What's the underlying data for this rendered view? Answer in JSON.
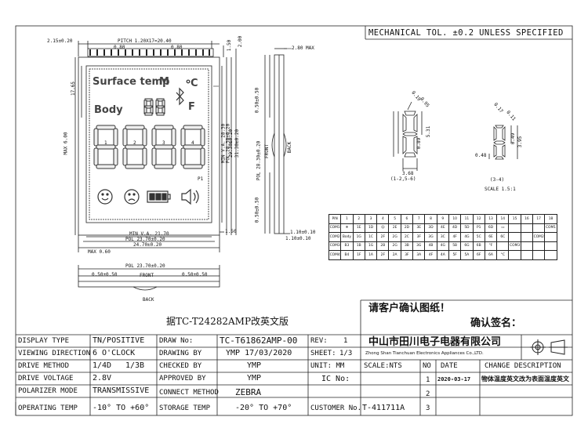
{
  "tolerance_note": "MECHANICAL TOL. ±0.2 UNLESS SPECIFIED",
  "dims": {
    "d_2_15": "2.15±0.20",
    "pitch": "PITCH 1.20X17=20.40",
    "d_0_80_a": "0.80",
    "d_0_80_b": "0.80",
    "d_1_50_top": "1.50",
    "d_2_00": "2.00",
    "d_17_65": "17.65",
    "d_max_6_00": "MAX 6.00",
    "d_2_80_max": "2.80 MAX",
    "d_0_50_top": "0.50±0.50",
    "d_0_50_bot": "0.50±0.50",
    "pol_v": "POL 28.30±0.20",
    "front_v": "FRONT",
    "back_v": "BACK",
    "va_v1": "MIN V.A. 28.30",
    "va_v2": "POL 28.30±0.20",
    "va_v3": "29.30±0.20",
    "va_v4": "31.30±0.20",
    "min_va": "MIN V.A. 21.70",
    "pol_23_70": "POL 23.70±0.20",
    "d_24_70": "24.70±0.20",
    "d_1_50_side": "1.50",
    "d_1_10_a": "1.10±0.10",
    "d_1_10_b": "1.10±0.10",
    "max_0_60": "MAX 0.60",
    "pol_23_70_b": "POL 23.70±0.20",
    "front_h": "FRONT",
    "d_0_50_l": "0.50±0.50",
    "d_0_50_r": "0.50±0.50",
    "back_h": "BACK",
    "seg_a1": "0.19",
    "seg_a2": "0.95",
    "seg_a3": "5.31",
    "seg_a4": "0.89",
    "seg_a5": "3.68",
    "seg_a_cap": "(1-2,5-6)",
    "seg_b1": "0.17",
    "seg_b2": "0.11",
    "seg_b3": "0.49",
    "seg_b4": "3.95",
    "seg_b5": "0.48",
    "seg_b_cap": "(3-4)",
    "scale": "SCALE 1.5:1"
  },
  "lcd": {
    "surface_temp": "Surface temp",
    "m_letter": "M",
    "body": "Body",
    "p1": "P1",
    "digit_nums": [
      "1",
      "2",
      "3",
      "4"
    ]
  },
  "pin_table": {
    "rows": [
      [
        "PIN",
        "1",
        "2",
        "3",
        "4",
        "5",
        "6",
        "7",
        "8",
        "9",
        "10",
        "11",
        "12",
        "13",
        "14",
        "15",
        "16",
        "17",
        "18"
      ],
      [
        "COM1",
        "❄",
        "1E",
        "1D",
        "☹",
        "2E",
        "2D",
        "3E",
        "3D",
        "4E",
        "4D",
        "5D",
        "P1",
        "6D",
        "▭",
        "",
        "",
        "",
        "COM1"
      ],
      [
        "COM2",
        "Body",
        "1G",
        "1C",
        "2F",
        "2G",
        "2C",
        "3F",
        "3G",
        "3C",
        "4F",
        "4G",
        "5C",
        "6E",
        "6C",
        "",
        "",
        "COM2",
        ""
      ],
      [
        "COM3",
        "B3",
        "1B",
        "1G",
        "2B",
        "2G",
        "3B",
        "3G",
        "4B",
        "4G",
        "5B",
        "6G",
        "6B",
        "°F",
        "",
        "COM3",
        "",
        "",
        ""
      ],
      [
        "COM4",
        "B4",
        "1F",
        "1A",
        "2F",
        "2A",
        "3F",
        "3A",
        "4F",
        "4A",
        "5F",
        "5A",
        "6F",
        "6A",
        "°C",
        "",
        "",
        "",
        ""
      ]
    ]
  },
  "approval": {
    "title": "请客户确认图纸！",
    "sign": "确认签名："
  },
  "caption": "据TC-T24282AMP改英文版",
  "spec": {
    "display_type_k": "DISPLAY TYPE",
    "display_type_v": "TN/POSITIVE",
    "viewing_k": "VIEWING DIRECTION",
    "viewing_v": "6 O'CLOCK",
    "drive_method_k": "DRIVE METHOD",
    "drive_method_v1": "1/4D",
    "drive_method_v2": "1/3B",
    "drive_voltage_k": "DRIVE VOLTAGE",
    "drive_voltage_v": "2.8V",
    "polarizer_k": "POLARIZER MODE",
    "polarizer_v": "TRANSMISSIVE",
    "operating_k": "OPERATING TEMP",
    "operating_v": "-10° TO +60°",
    "draw_no_k": "DRAW No:",
    "draw_no_v": "TC-T61862AMP-00",
    "drawing_by_k": "DRAWING BY",
    "drawing_by_v": "YMP  17/03/2020",
    "checked_by_k": "CHECKED BY",
    "checked_by_v": "YMP",
    "approved_by_k": "APPROVED BY",
    "approved_by_v": "YMP",
    "connect_k": "CONNECT METHOD",
    "connect_v": "ZEBRA",
    "storage_k": "STORAGE TEMP",
    "storage_v": "-20° TO +70°",
    "rev_k": "REV:",
    "rev_v": "1",
    "sheet_k": "SHEET:",
    "sheet_v": "1/3",
    "unit_k": "UNIT: MM",
    "ic_k": "IC No:",
    "customer_k": "CUSTOMER No.",
    "customer_v": "T-411711A",
    "company_cn": "中山市田川电子电器有限公司",
    "company_en": "Zhong Shan Tianchuan Electronics Appliances Co.,LTD.",
    "scale_k": "SCALE:NTS",
    "no_h": "NO",
    "date_h": "DATE",
    "change_h": "CHANGE DESCRIPTION",
    "rev1_no": "1",
    "rev1_date": "2020-03-17",
    "rev1_desc": "物体温度英文改为表面温度英文",
    "rev2_no": "2",
    "rev3_no": "3"
  }
}
